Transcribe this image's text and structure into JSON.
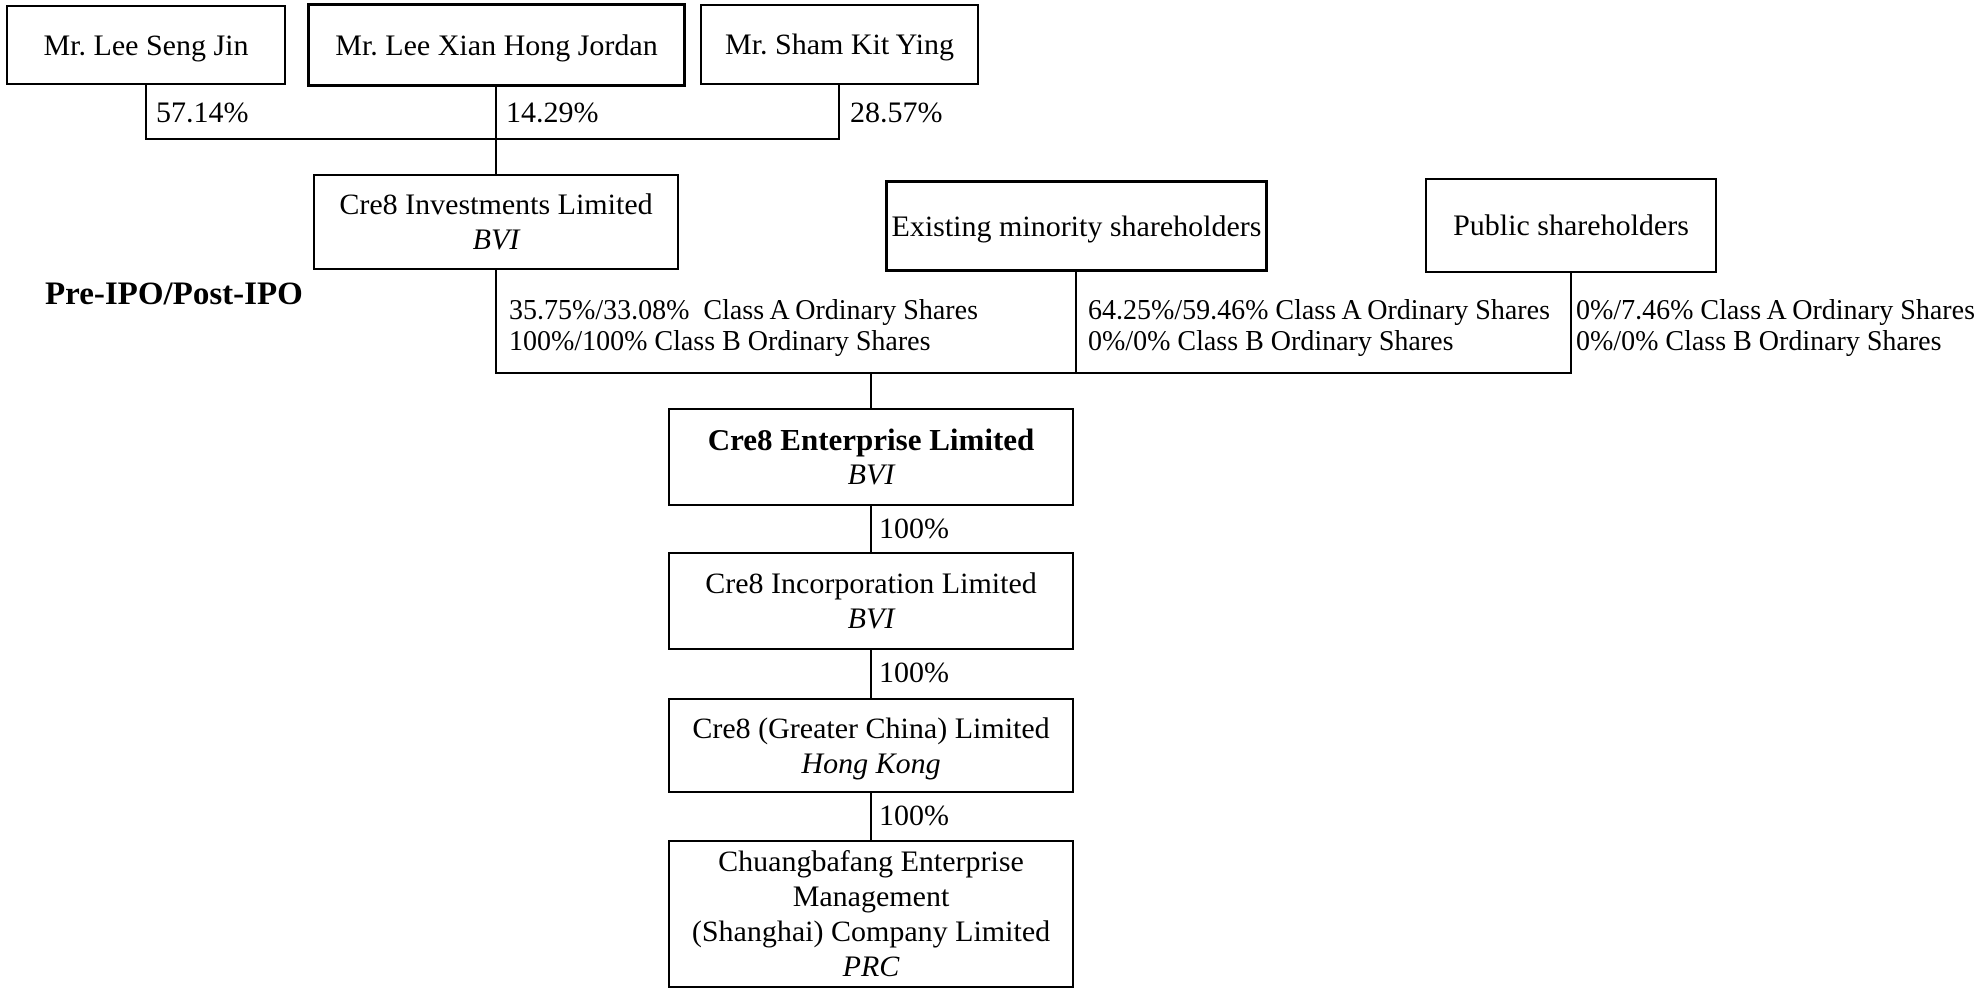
{
  "figure": {
    "stage_label": "Pre-IPO/Post-IPO",
    "founders": [
      {
        "name": "Mr. Lee Seng Jin",
        "shareholding": "57.14%"
      },
      {
        "name": "Mr. Lee Xian Hong Jordan",
        "shareholding": "14.29%"
      },
      {
        "name": "Mr. Sham Kit Ying",
        "shareholding": "28.57%"
      }
    ],
    "shareholders": [
      {
        "name": "Cre8 Investments Limited",
        "jurisdiction": "BVI",
        "class_a": "35.75%/33.08%  Class A Ordinary Shares",
        "class_b": "100%/100% Class B Ordinary Shares"
      },
      {
        "name": "Existing minority shareholders",
        "class_a": "64.25%/59.46% Class A Ordinary Shares",
        "class_b": "0%/0% Class B Ordinary Shares"
      },
      {
        "name": "Public shareholders",
        "class_a": "0%/7.46% Class A Ordinary Shares",
        "class_b": "0%/0% Class B Ordinary Shares"
      }
    ],
    "group_chain": [
      {
        "name": "Cre8 Enterprise Limited",
        "jurisdiction": "BVI"
      },
      {
        "name": "Cre8 Incorporation Limited",
        "jurisdiction": "BVI",
        "ownership": "100%"
      },
      {
        "name": "Cre8 (Greater China) Limited",
        "jurisdiction": "Hong Kong",
        "ownership": "100%"
      },
      {
        "name": "Chuangbafang Enterprise\nManagement\n(Shanghai) Company Limited",
        "jurisdiction": "PRC",
        "ownership": "100%"
      }
    ],
    "colors": {
      "background": "#ffffff",
      "line": "#000000",
      "text": "#000000"
    }
  }
}
